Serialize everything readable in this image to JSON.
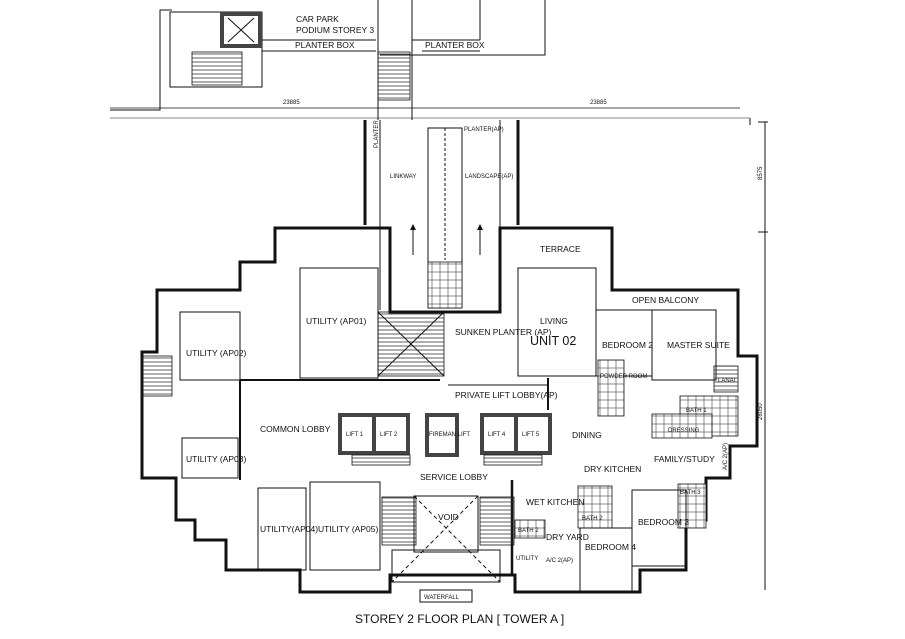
{
  "title": "STOREY 2 FLOOR PLAN  [ TOWER A ]",
  "podium": {
    "car_park": "CAR PARK",
    "podium_storey": "PODIUM STOREY 3",
    "planter_box_left": "PLANTER BOX",
    "planter_box_right": "PLANTER BOX"
  },
  "dimensions": {
    "top_left": "23885",
    "top_right": "23885",
    "right_upper": "8575",
    "right_lower": "28050"
  },
  "links": {
    "planter": "PLANTER",
    "planter_ap": "PLANTER(AP)",
    "linkway": "LINKWAY",
    "landscape_ap": "LANDSCAPE(AP)"
  },
  "rooms": {
    "terrace": "TERRACE",
    "open_balcony": "OPEN BALCONY",
    "living": "LIVING",
    "unit": "UNIT 02",
    "bedroom2": "BEDROOM 2",
    "master_suite": "MASTER SUITE",
    "lanai": "LANAI",
    "bath1": "BATH 1",
    "dressing": "DRESSING",
    "powder_room": "POWDER ROOM",
    "dining": "DINING",
    "family_study": "FAMILY/STUDY",
    "dry_kitchen": "DRY KITCHEN",
    "wet_kitchen": "WET KITCHEN",
    "bath2": "BATH 2",
    "bath3": "BATH 3",
    "dry_yard": "DRY YARD",
    "utility": "UTILITY",
    "ac_ledge": "A/C 2(AP)",
    "ac_ledge_right": "A/C 2(AP)",
    "bedroom3": "BEDROOM 3",
    "bedroom4": "BEDROOM 4",
    "sunken_planter": "SUNKEN PLANTER (AP)",
    "private_lift_lobby": "PRIVATE LIFT LOBBY(AP)",
    "common_lobby": "COMMON LOBBY",
    "service_lobby": "SERVICE LOBBY",
    "void": "VOID",
    "waterfall": "WATERFALL",
    "utility_ap01": "UTILITY (AP01)",
    "utility_ap02": "UTILITY (AP02)",
    "utility_ap03": "UTILITY (AP03)",
    "utility_ap04": "UTILITY(AP04)",
    "utility_ap05": "UTILITY (AP05)"
  },
  "lifts": [
    "LIFT 1",
    "LIFT 2",
    "FIREMAN LIFT",
    "LIFT 4",
    "LIFT 5"
  ]
}
